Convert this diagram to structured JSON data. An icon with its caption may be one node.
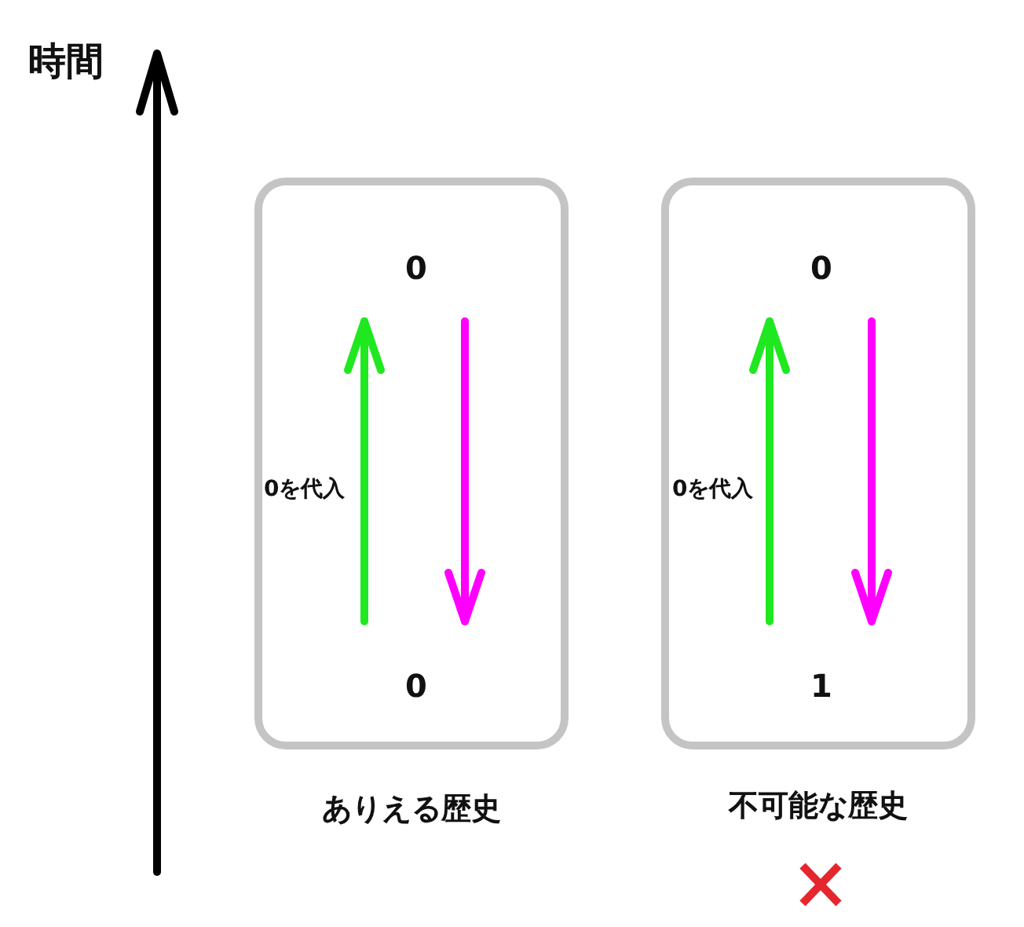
{
  "diagram": {
    "nodes": [
      {
        "text": [
          "ありえる歴史"
        ]
      },
      {
        "text": [
          "0"
        ],
        "in": 0
      },
      {
        "text": [
          "0"
        ],
        "in": 0
      },
      {
        "text": [
          "不可能な歴史"
        ]
      },
      {
        "text": [
          "0"
        ],
        "in": 3
      },
      {
        "text": [
          "1"
        ],
        "in": 3
      }
    ],
    "edges": [
      {
        "from": 2,
        "to": 1,
        "arrow": "to",
        "label": "0を代入",
        "color": "#20e820"
      },
      {
        "from": 1,
        "to": 2,
        "arrow": "to",
        "color": "#ff00ff"
      },
      {
        "from": 5,
        "to": 4,
        "arrow": "to",
        "label": "0を代入",
        "color": "#20e820"
      },
      {
        "from": 4,
        "to": 5,
        "arrow": "to",
        "color": "#ff00ff"
      }
    ],
    "labels": [
      "時間"
    ]
  }
}
